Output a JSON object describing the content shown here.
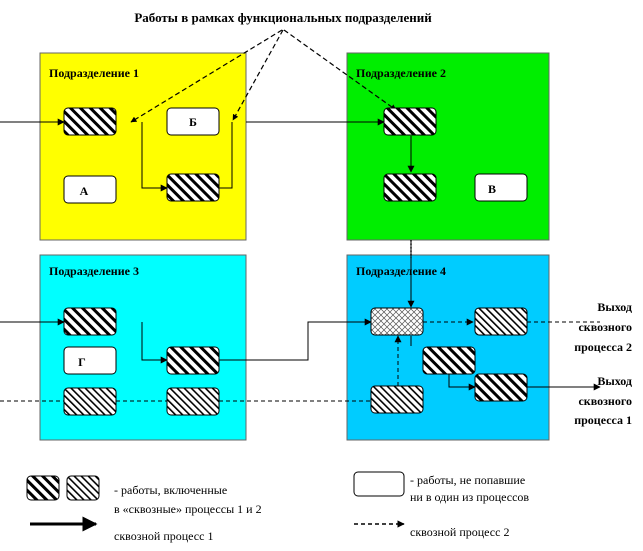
{
  "title": "Работы в рамках функциональных подразделений",
  "departments": [
    {
      "name": "Подразделение 1",
      "color": "#ffff00"
    },
    {
      "name": "Подразделение 2",
      "color": "#00ee00"
    },
    {
      "name": "Подразделение 3",
      "color": "#00ffff"
    },
    {
      "name": "Подразделение 4",
      "color": "#00ccff"
    }
  ],
  "task_labels": {
    "a": "А",
    "b": "Б",
    "v": "В",
    "g": "Г"
  },
  "outputs": {
    "process2": [
      "Выход",
      "сквозного",
      "процесса 2"
    ],
    "process1": [
      "Выход",
      "сквозного",
      "процесса 1"
    ]
  },
  "legend": {
    "included": [
      "- работы, включенные",
      "в «сквозные» процессы 1 и 2"
    ],
    "excluded": [
      "- работы, не попавшие",
      "ни в один из процессов"
    ],
    "process1": "сквозной процесс 1",
    "process2": "сквозной процесс 2"
  }
}
